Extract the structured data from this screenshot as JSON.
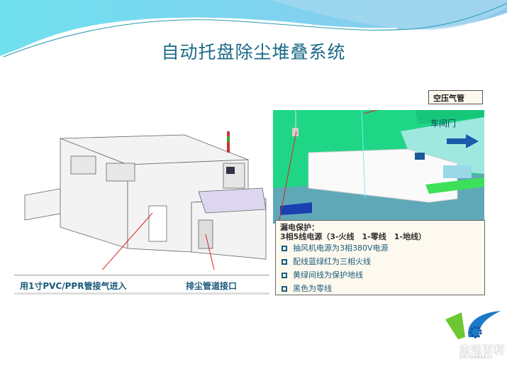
{
  "title": "自动托盘除尘堆叠系统",
  "left_captions": {
    "air_inlet": "用1寸PVC/PPR管接气进入",
    "dust_outlet": "排尘管道接口"
  },
  "photo": {
    "air_pipe_label": "空压气管",
    "door_label": "车间门"
  },
  "info": {
    "heading1": "漏电保护：",
    "heading2": "3相5线电源（3-火线　1-零线　1-地线）",
    "items": [
      "抽风机电源为3相380V电源",
      "配线蓝绿红为三相火线",
      "黄绿间线为保护地线",
      "黑色为零线"
    ]
  },
  "logo": {
    "name": "志远百利",
    "sub": "ZHIYUANBAILI"
  }
}
